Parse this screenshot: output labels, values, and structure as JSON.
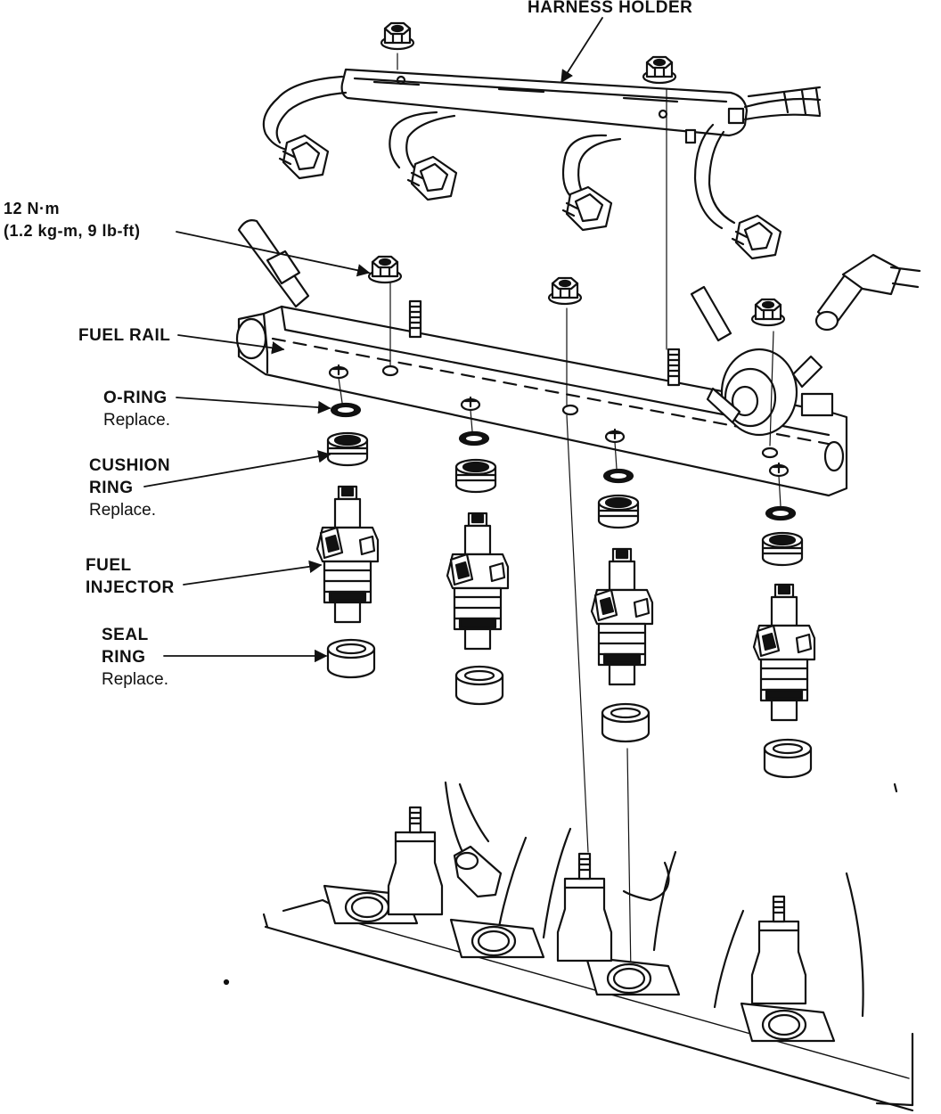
{
  "labels": {
    "harness_holder": "HARNESS HOLDER",
    "torque_main": "12 N·m",
    "torque_sub": "(1.2 kg-m, 9 lb-ft)",
    "fuel_rail": "FUEL RAIL",
    "o_ring": "O-RING",
    "o_ring_note": "Replace.",
    "cushion_ring_1": "CUSHION",
    "cushion_ring_2": "RING",
    "cushion_ring_note": "Replace.",
    "fuel_injector_1": "FUEL",
    "fuel_injector_2": "INJECTOR",
    "seal_ring_1": "SEAL",
    "seal_ring_2": "RING",
    "seal_ring_note": "Replace."
  },
  "colors": {
    "ink": "#111111",
    "paper": "#ffffff"
  }
}
